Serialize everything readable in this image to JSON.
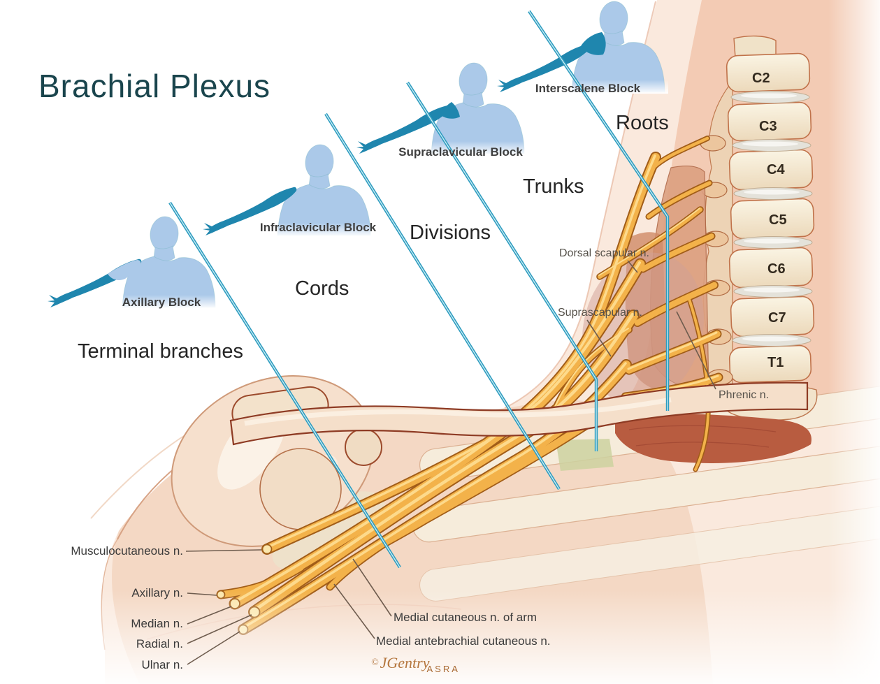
{
  "title": "Brachial Plexus",
  "regions": [
    {
      "label": "Roots"
    },
    {
      "label": "Trunks"
    },
    {
      "label": "Divisions"
    },
    {
      "label": "Cords"
    },
    {
      "label": "Terminal branches"
    }
  ],
  "blocks": [
    {
      "label": "Interscalene Block"
    },
    {
      "label": "Supraclavicular Block"
    },
    {
      "label": "Infraclavicular Block"
    },
    {
      "label": "Axillary Block"
    }
  ],
  "vertebrae": [
    "C2",
    "C3",
    "C4",
    "C5",
    "C6",
    "C7",
    "T1"
  ],
  "nerve_labels": {
    "dorsal_scapular": "Dorsal scapular n.",
    "suprascapular": "Suprascapular n.",
    "phrenic": "Phrenic n.",
    "musculocutaneous": "Musculocutaneous n.",
    "axillary": "Axillary n.",
    "median": "Median n.",
    "radial": "Radial n.",
    "ulnar": "Ulnar n.",
    "medial_cutaneous_arm": "Medial cutaneous n. of arm",
    "medial_antebrachial": "Medial antebrachial cutaneous n."
  },
  "signature": {
    "copyright": "©",
    "artist": "JGentry",
    "org": "ASRA"
  },
  "colors": {
    "title_text": "#1a454d",
    "block_line": "#2e9cbf",
    "figure_body": "#abc9e9",
    "figure_arm": "#1f86ae",
    "nerve_yellow": "#f3b24a",
    "nerve_outline": "#a15d18",
    "skin_light": "#f7e0d0",
    "bone_cream": "#f5eedb",
    "label_text": "#3c3c3c"
  }
}
